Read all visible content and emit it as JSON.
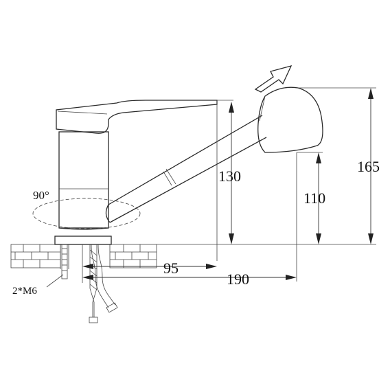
{
  "labels": {
    "angle": "90°",
    "mount": "2*M6",
    "dim_130": "130",
    "dim_110": "110",
    "dim_165": "165",
    "dim_95": "95",
    "dim_190": "190"
  }
}
